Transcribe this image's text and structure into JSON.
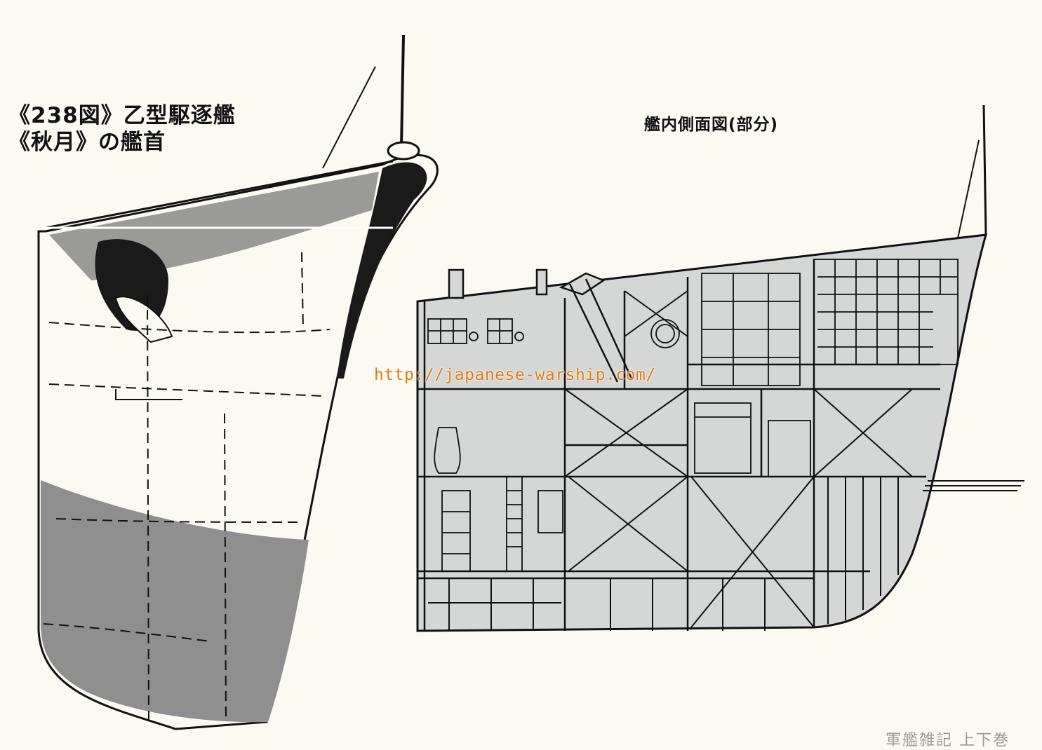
{
  "figure": {
    "caption_line1": "《238図》乙型駆逐艦",
    "caption_line2": "《秋月》の艦首",
    "section_title": "艦内側面図(部分)",
    "watermark": "http://japanese-warship.com/",
    "source": "軍艦雑記 上下巻"
  },
  "colors": {
    "background": "#fbfaf2",
    "ink": "#111111",
    "hull_shading": "#8f8f8f",
    "interior_fill": "#d4d7d6",
    "watermark": "#e07a12",
    "source_text": "#9a9a9a"
  }
}
